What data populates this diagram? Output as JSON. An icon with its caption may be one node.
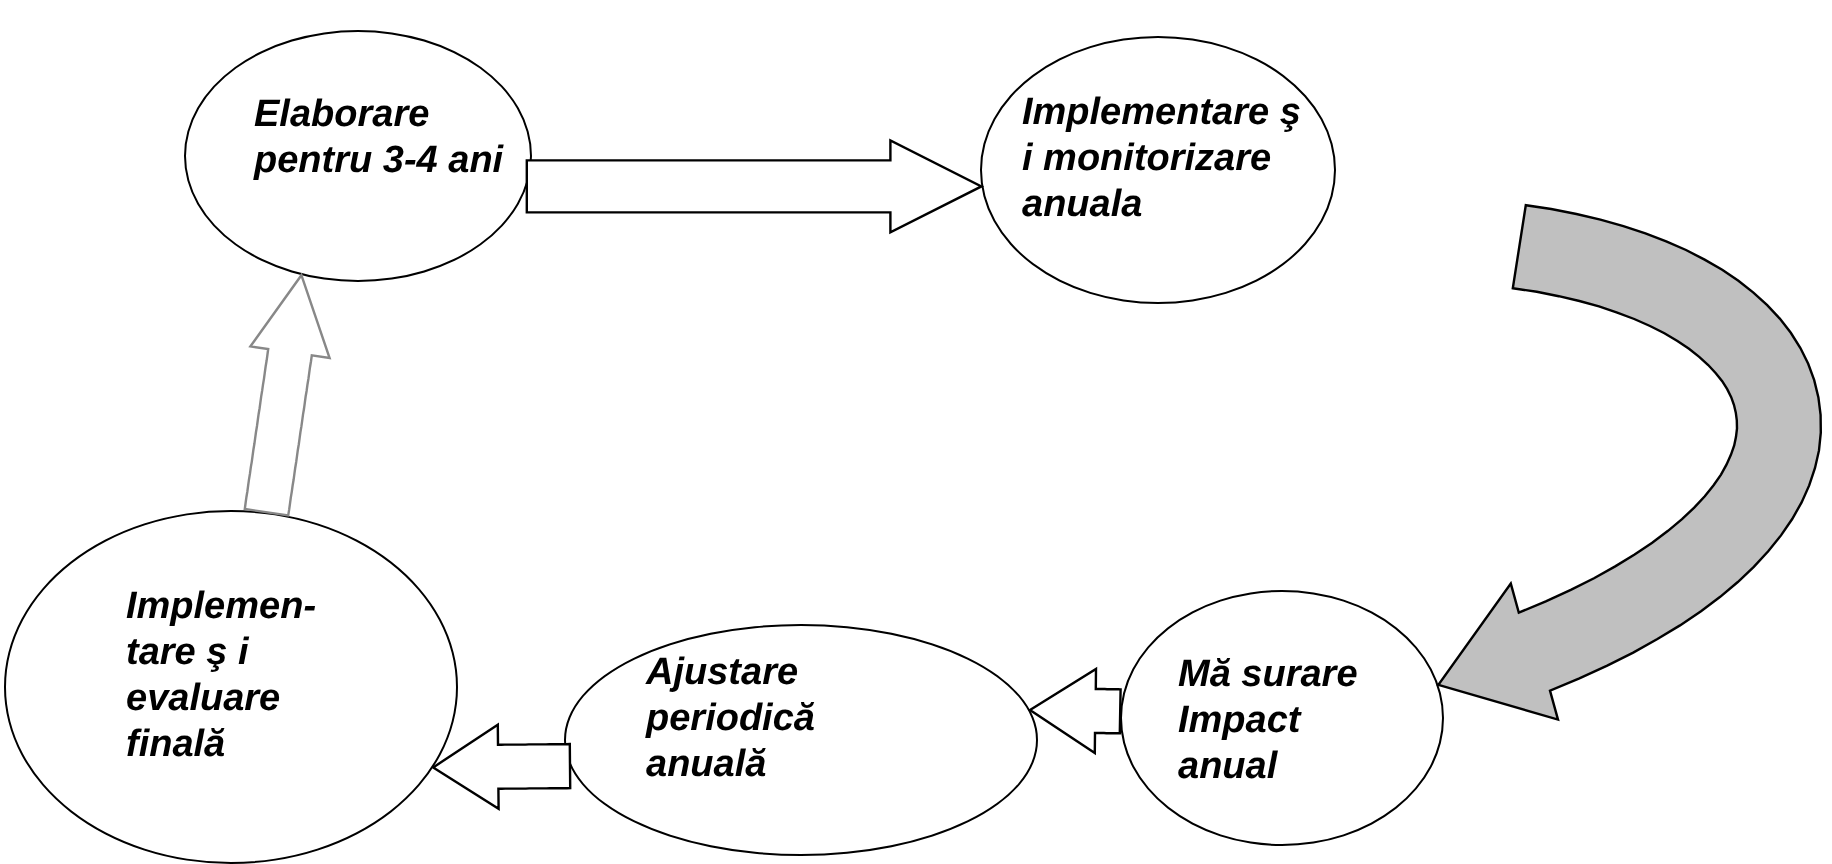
{
  "diagram": {
    "nodes": [
      {
        "text": [
          "Elaborare pentru 3-4 ani"
        ]
      },
      {
        "text": [
          "Implementare ş i monitorizare anuala"
        ]
      },
      {
        "text": [
          "Mă surare Impact anual"
        ]
      },
      {
        "text": [
          "Ajustare periodică anuală"
        ]
      },
      {
        "text": [
          "Implemen- tare ş i evaluare finală"
        ]
      }
    ],
    "edges": [
      {
        "from": 0,
        "to": 1,
        "arrow": "to"
      },
      {
        "from": 1,
        "to": 2,
        "arrow": "to",
        "color": "#c0c0c0"
      },
      {
        "from": 2,
        "to": 3,
        "arrow": "to"
      },
      {
        "from": 3,
        "to": 4,
        "arrow": "to"
      },
      {
        "from": 4,
        "to": 0,
        "arrow": "to"
      }
    ]
  }
}
